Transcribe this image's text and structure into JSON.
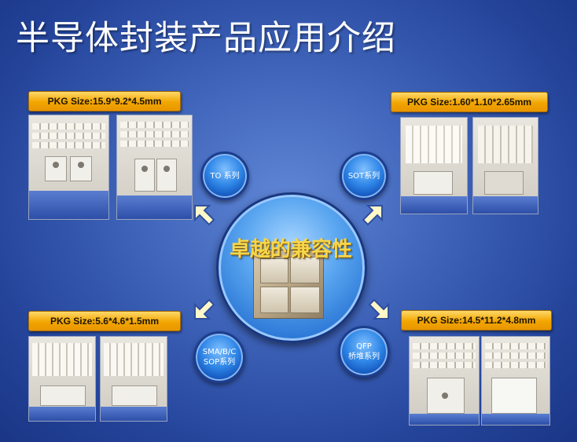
{
  "title": "半导体封装产品应用介绍",
  "center": {
    "slogan": "卓越的兼容性"
  },
  "series": {
    "to": "TO 系列",
    "sot": "SOT系列",
    "sma_line1": "SMA/B/C",
    "sma_line2": "SOP系列",
    "qfp_line1": "QFP",
    "qfp_line2": "桥堆系列"
  },
  "pkg": {
    "top_left": "PKG Size:15.9*9.2*4.5mm",
    "top_right": "PKG Size:1.60*1.10*2.65mm",
    "bottom_left": "PKG Size:5.6*4.6*1.5mm",
    "bottom_right": "PKG Size:14.5*11.2*4.8mm"
  },
  "colors": {
    "background": "#3d62b8",
    "label_gold": "#f2a500",
    "slogan": "#f6d64b",
    "circle_blue": "#2f86e6"
  },
  "icons": {
    "arrow": "pale-yellow-arrow-icon"
  }
}
